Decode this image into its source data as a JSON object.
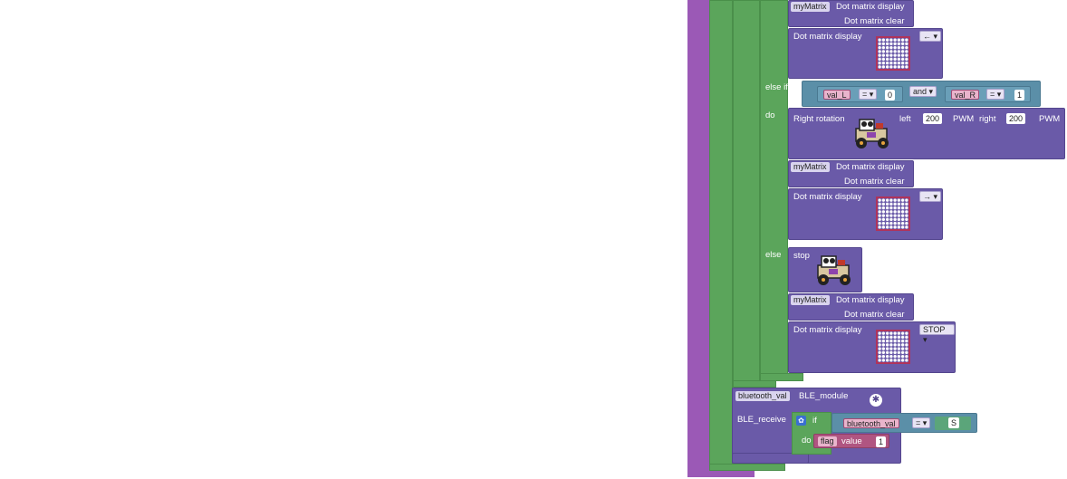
{
  "blocks": {
    "matrix_instance": "myMatrix",
    "dot_matrix_display": "Dot matrix display",
    "dot_matrix_clear": "Dot matrix clear",
    "else_if": "else if",
    "do": "do",
    "else": "else",
    "and": "and",
    "equals": "=",
    "val_L": "val_L",
    "val_R": "val_R",
    "zero": "0",
    "one": "1",
    "right_rotation": "Right rotation",
    "left": "left",
    "right": "right",
    "pwm": "PWM",
    "left_pwm": "200",
    "right_pwm": "200",
    "stop": "stop",
    "arrow_left": "←",
    "arrow_right": "→",
    "stop_text": "STOP",
    "bluetooth_val": "bluetooth_val",
    "ble_module": "BLE_module",
    "ble_receive": "BLE_receive",
    "if": "if",
    "flag": "flag",
    "value": "value",
    "s_value": "S",
    "flag_value": "1"
  },
  "colors": {
    "purple": "#9b59b6",
    "green": "#5ba55b",
    "block": "#6a5aa8",
    "teal": "#5b8fa8",
    "pink": "#b05581"
  },
  "icons": [
    "robot-car-icon",
    "bluetooth-icon",
    "gear-icon",
    "dropdown-arrow-icon"
  ]
}
